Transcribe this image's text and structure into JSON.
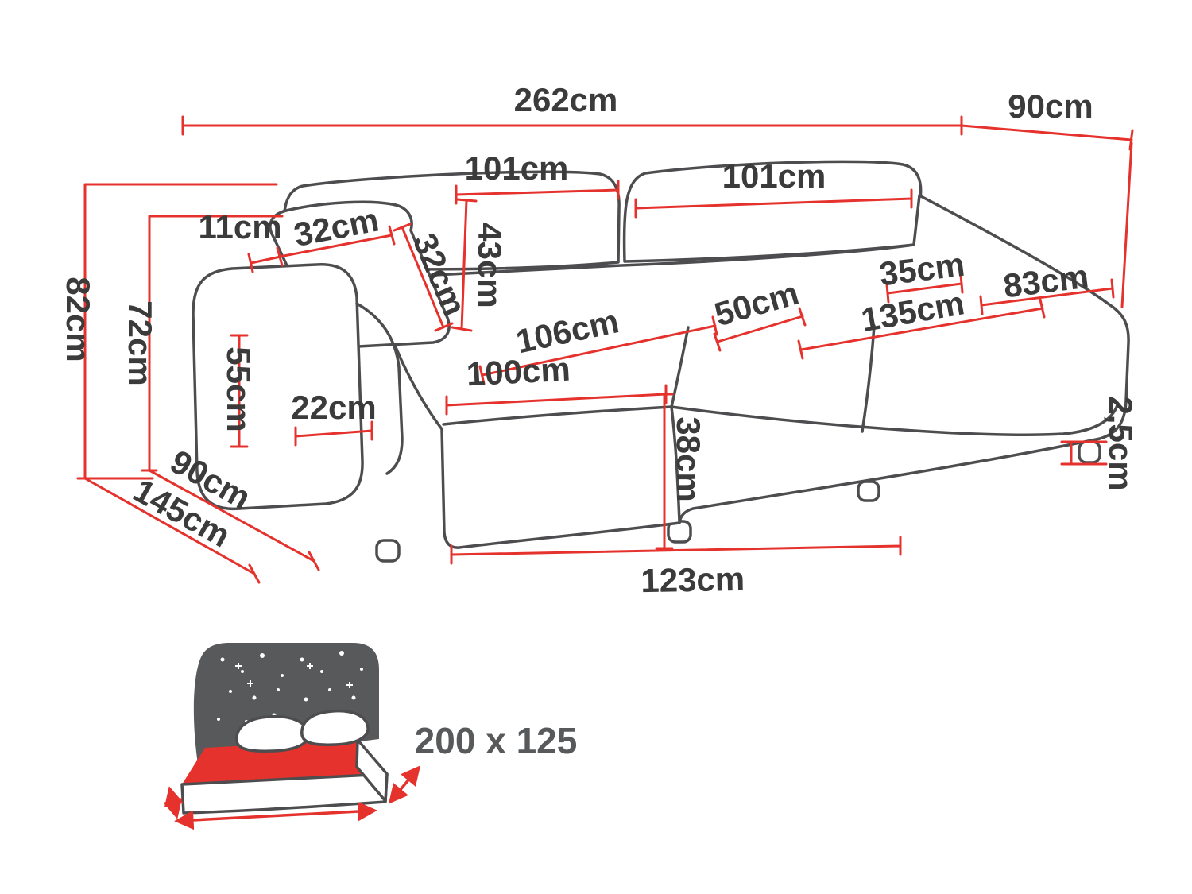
{
  "page": {
    "description": "Dimension diagram of a corner sofa bed with sleeping function",
    "background": "#ffffff"
  },
  "colors": {
    "dimension_red": "#e5322d",
    "outline_gray": "#4d4d50",
    "label_dark": "#3b3b3b",
    "bed_gray": "#58595b"
  },
  "unit": "cm",
  "dimensions": {
    "overall": {
      "width": "262cm",
      "end_depth": "90cm",
      "height": "82cm",
      "backrest_height": "72cm",
      "chaise_total_depth": "145cm",
      "body_depth": "90cm"
    },
    "backrest": {
      "left_cushion_width": "101cm",
      "right_cushion_width": "101cm",
      "cushion_height": "43cm",
      "back_gap": "11cm"
    },
    "pillow": {
      "width": "32cm",
      "height": "32cm"
    },
    "armrest": {
      "height": "55cm",
      "width": "22cm"
    },
    "seat": {
      "chaise_seat_width": "100cm",
      "chaise_seat_diagonal": "106cm",
      "chaise_length": "123cm",
      "seat_height": "38cm",
      "right_seat_depth": "50cm",
      "right_seat_width": "135cm",
      "right_back_depth": "35cm",
      "right_end_width": "83cm",
      "leg_height": "2,5cm"
    }
  },
  "sleeping_area": {
    "label": "200 x 125",
    "icon": "sofa-bed-unfolded-icon"
  }
}
